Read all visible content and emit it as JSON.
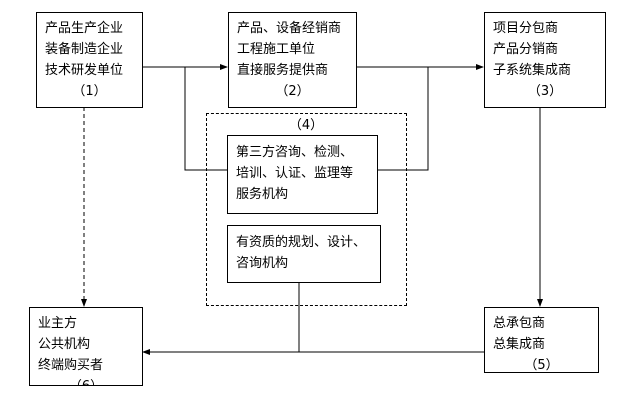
{
  "nodes": {
    "n1": {
      "lines": [
        "产品生产企业",
        "装备制造企业",
        "技术研发单位"
      ],
      "label": "（1）"
    },
    "n2": {
      "lines": [
        "产品、设备经销商",
        "工程施工单位",
        "直接服务提供商"
      ],
      "label": "（2）"
    },
    "n3": {
      "lines": [
        "项目分包商",
        "产品分销商",
        "子系统集成商"
      ],
      "label": "（3）"
    },
    "group4": {
      "label": "（4）"
    },
    "n4a": {
      "lines": [
        "第三方咨询、检测、",
        "培训、认证、监理等",
        "服务机构"
      ]
    },
    "n4b": {
      "lines": [
        "有资质的规划、设计、",
        "咨询机构"
      ]
    },
    "n5": {
      "lines": [
        "总承包商",
        "总集成商"
      ],
      "label": "（5）"
    },
    "n6": {
      "lines": [
        "业主方",
        "公共机构",
        "终端购买者"
      ],
      "label": "（6）"
    }
  }
}
